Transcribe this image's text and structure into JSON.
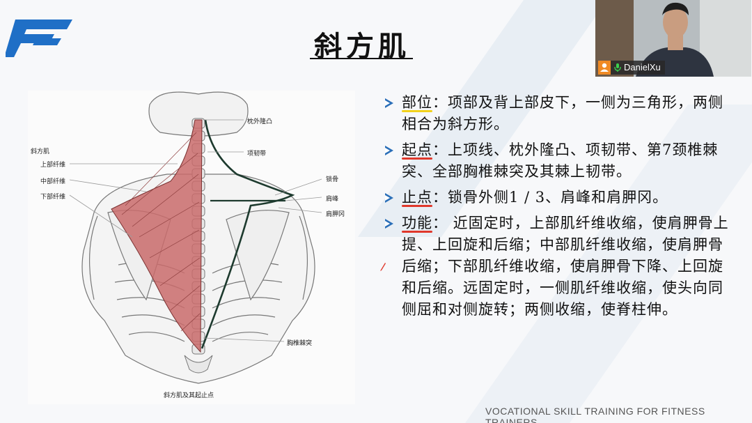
{
  "slide": {
    "title": "斜方肌",
    "footer": "VOCATIONAL SKILL  TRAINING   FOR FITNESS TRAINERS",
    "colors": {
      "accent": "#1f6fc6",
      "muscle": "#c96b6b",
      "bullet_arrow": "#2b6fb8"
    }
  },
  "figure": {
    "left_labels": [
      "斜方肌",
      "上部纤维",
      "中部纤维",
      "下部纤维"
    ],
    "right_labels": [
      "枕外隆凸",
      "项韧带",
      "锁骨",
      "肩峰",
      "肩胛冈",
      "胸椎棘突"
    ],
    "caption": "斜方肌及其起止点"
  },
  "bullets": [
    {
      "key": "部位",
      "sep": "：",
      "text": "项部及背上部皮下，一侧为三角形，两侧相合为斜方形。",
      "underline": "#f2d21b"
    },
    {
      "key": "起点",
      "sep": "：",
      "text": "上项线、枕外隆凸、项韧带、第7颈椎棘突、全部胸椎棘突及其棘上韧带。",
      "underline": "#e0382b"
    },
    {
      "key": "止点",
      "sep": "：",
      "text": "锁骨外侧1 / 3、肩峰和肩胛冈。",
      "underline": "#e0382b"
    },
    {
      "key": "功能",
      "sep": "：",
      "text": "  近固定时，上部肌纤维收缩，使肩胛骨上提、上回旋和后缩；中部肌纤维收缩，使肩胛骨后缩；下部肌纤维收缩，使肩胛骨下降、上回旋和后缩。远固定时，一侧肌纤维收缩，使头向同侧屈和对侧旋转；两侧收缩，使脊柱伸。",
      "underline": "#e0382b"
    }
  ],
  "video": {
    "participant_name": "DanielXu",
    "icons": [
      "user-icon",
      "microphone-icon"
    ]
  }
}
